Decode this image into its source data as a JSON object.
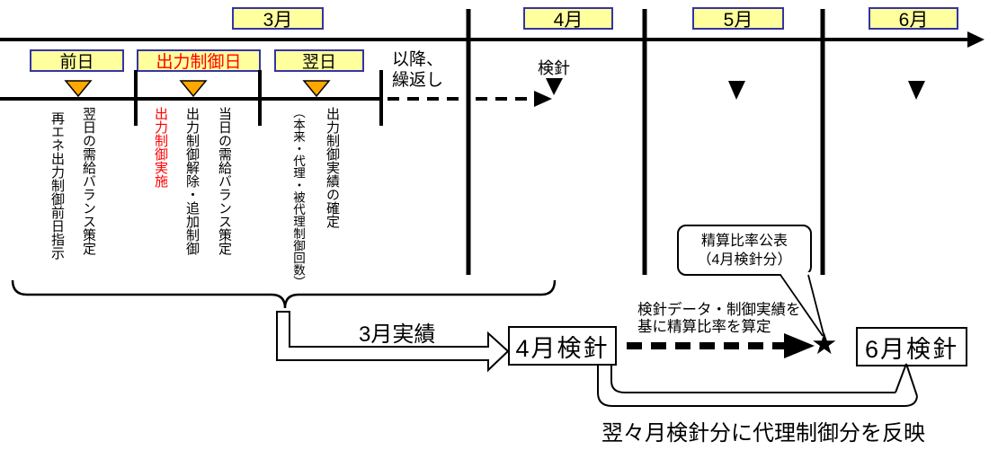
{
  "colors": {
    "box_fill": "#FFFF9E",
    "box_border": "#3434A4",
    "accent_red": "#FF0000",
    "marker_orange": "#FFA800",
    "line_black": "#000000"
  },
  "months": [
    {
      "label": "3月"
    },
    {
      "label": "4月"
    },
    {
      "label": "5月"
    },
    {
      "label": "6月"
    }
  ],
  "day_labels": {
    "previous_day": "前日",
    "control_day": "出力制御日",
    "next_day": "翌日"
  },
  "repeat_note": {
    "line1": "以降、",
    "line2": "繰返し"
  },
  "meter_reading_label": "検針",
  "activity_columns": [
    {
      "text": "再エネ出力制御前日指示",
      "color": "black"
    },
    {
      "text": "翌日の需給バランス策定",
      "color": "black"
    },
    {
      "text": "出力制御実施",
      "color": "red"
    },
    {
      "text": "出力制御解除・追加制御",
      "color": "black"
    },
    {
      "text": "当日の需給バランス策定",
      "color": "black"
    },
    {
      "text": "（本来・代理・被代理制御回数）",
      "color": "black"
    },
    {
      "text": "出力制御実績の確定",
      "color": "black"
    }
  ],
  "march_results_label": "3月実績",
  "meter_boxes": {
    "april": "4月検針",
    "june": "6月検針"
  },
  "callout": {
    "line1": "精算比率公表",
    "line2": "（4月検針分）"
  },
  "calc_note": {
    "line1": "検針データ・制御実績を",
    "line2": "基に精算比率を算定"
  },
  "star": "★",
  "bottom_note": "翌々月検針分に代理制御分を反映"
}
